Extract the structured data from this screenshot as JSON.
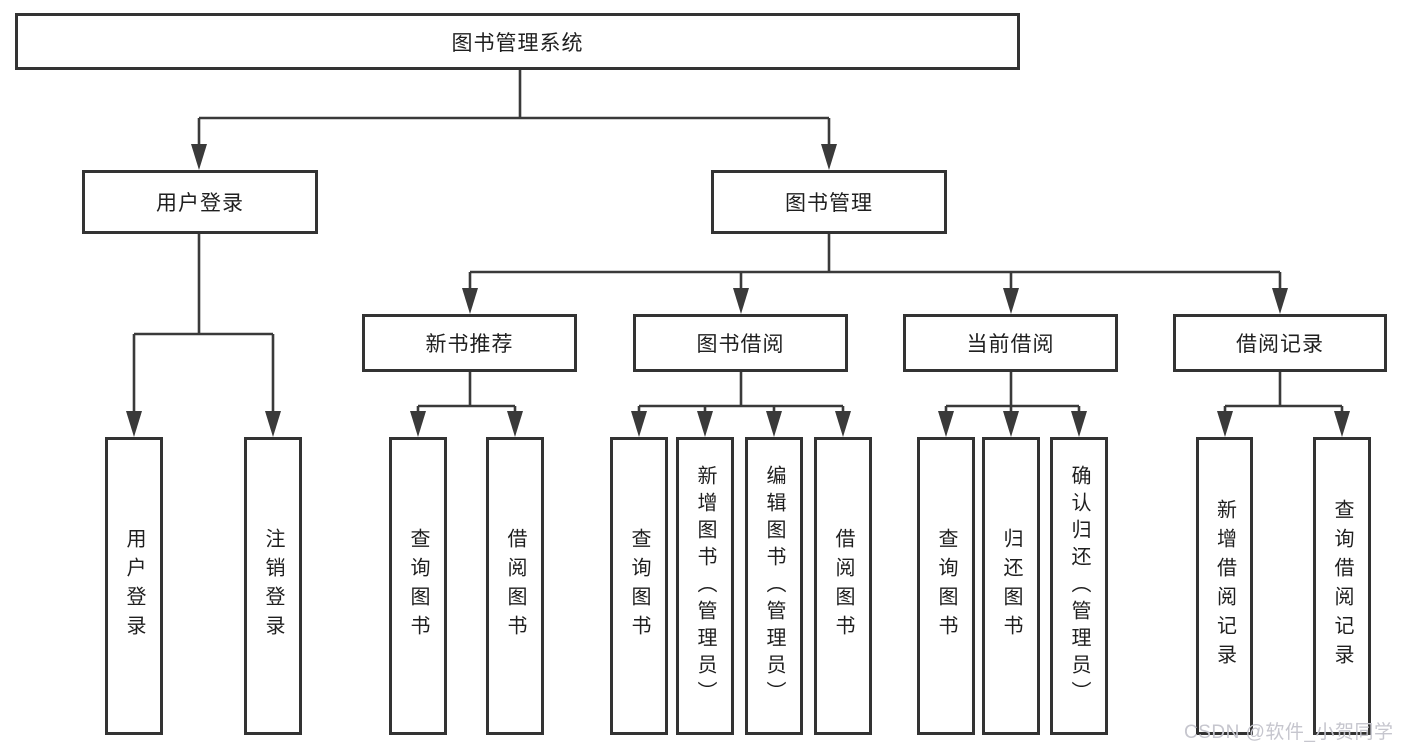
{
  "diagram": {
    "tree": {
      "label": "图书管理系统",
      "children": [
        {
          "label": "用户登录",
          "children": [
            {
              "label": "用户登录"
            },
            {
              "label": "注销登录"
            }
          ]
        },
        {
          "label": "图书管理",
          "children": [
            {
              "label": "新书推荐",
              "children": [
                {
                  "label": "查询图书"
                },
                {
                  "label": "借阅图书"
                }
              ]
            },
            {
              "label": "图书借阅",
              "children": [
                {
                  "label": "查询图书"
                },
                {
                  "label": "新增图书（管理员）"
                },
                {
                  "label": "编辑图书（管理员）"
                },
                {
                  "label": "借阅图书"
                }
              ]
            },
            {
              "label": "当前借阅",
              "children": [
                {
                  "label": "查询图书"
                },
                {
                  "label": "归还图书"
                },
                {
                  "label": "确认归还（管理员）"
                }
              ]
            },
            {
              "label": "借阅记录",
              "children": [
                {
                  "label": "新增借阅记录"
                },
                {
                  "label": "查询借阅记录"
                }
              ]
            }
          ]
        }
      ]
    }
  },
  "watermark": {
    "text": "CSDN @软件_小贺同学"
  },
  "colors": {
    "line": "#3a3a3a",
    "border": "#333333",
    "text": "#1f1f1f",
    "watermark": "#c6c6ce",
    "bg": "#ffffff"
  }
}
